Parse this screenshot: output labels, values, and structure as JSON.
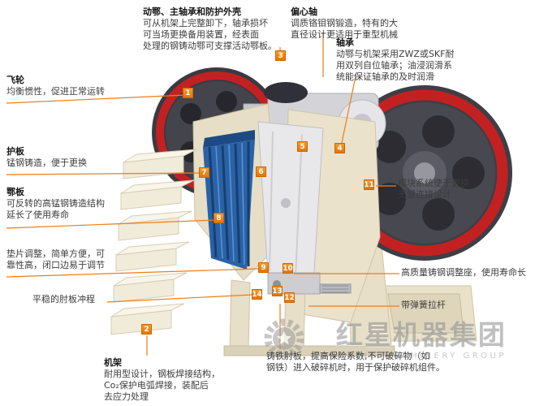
{
  "labels": {
    "moving_jaw": {
      "title": "动鄂、主轴承和防护外壳",
      "desc": "可从机架上完整卸下，轴承损坏\n可当场更换备用装置，经表面\n处理的钢铸动鄂可支撑活动鄂板。"
    },
    "eccentric_shaft": {
      "title": "偏心轴",
      "desc": "调质铬钼钢锻造，特有的大\n直径设计更适用于重型机械"
    },
    "bearing": {
      "title": "轴承",
      "desc": "动鄂与机架采用ZWZ或SKF耐\n用双列自位轴承；油浸润滑系\n统能保证轴承的及时润滑"
    },
    "flywheel": {
      "title": "飞轮",
      "desc": "均衡惯性，促进正常运转"
    },
    "guard_plate": {
      "title": "护板",
      "desc": "锰钢铸造，便于更换"
    },
    "jaw_plate": {
      "title": "鄂板",
      "desc": "可反转的高锰钢铸造结构\n延长了使用寿命"
    },
    "shim_adjust": {
      "desc": "垫片调整，简单方便，可\n靠性高，闭口边易于调节"
    },
    "toggle_stroke": {
      "desc": "平稳的肘板冲程"
    },
    "frame": {
      "title": "机架",
      "desc": "耐用型设计，钢板焊接结构，\nCo₂保护电弧焊接，装配后\n去应力处理"
    },
    "wedge_system": {
      "desc": "楔块系统便于更换\n无键连接设计"
    },
    "adjust_seat": {
      "desc": "高质量铸钢调整座，使用寿命长"
    },
    "spring_rod": {
      "desc": "带弹簧拉杆"
    },
    "toggle_plate": {
      "desc": "铸铁肘板，提高保险系数,不可破碎物（如\n钢铁）进入破碎机时，用于保护破碎机组件。"
    }
  },
  "markers": [
    {
      "n": "1"
    },
    {
      "n": "2"
    },
    {
      "n": "3"
    },
    {
      "n": "4"
    },
    {
      "n": "5"
    },
    {
      "n": "6"
    },
    {
      "n": "7"
    },
    {
      "n": "8"
    },
    {
      "n": "9"
    },
    {
      "n": "10"
    },
    {
      "n": "11"
    },
    {
      "n": "12"
    },
    {
      "n": "13"
    },
    {
      "n": "14"
    }
  ],
  "watermark": {
    "cn": "红星机器集团",
    "en": "HONGXING MACHINERY GROUP"
  },
  "colors": {
    "accent_orange": "#ee7d18",
    "flywheel_red": "#c32121",
    "jaw_blue": "#2a62a8",
    "body_cream": "#eae2cb"
  }
}
